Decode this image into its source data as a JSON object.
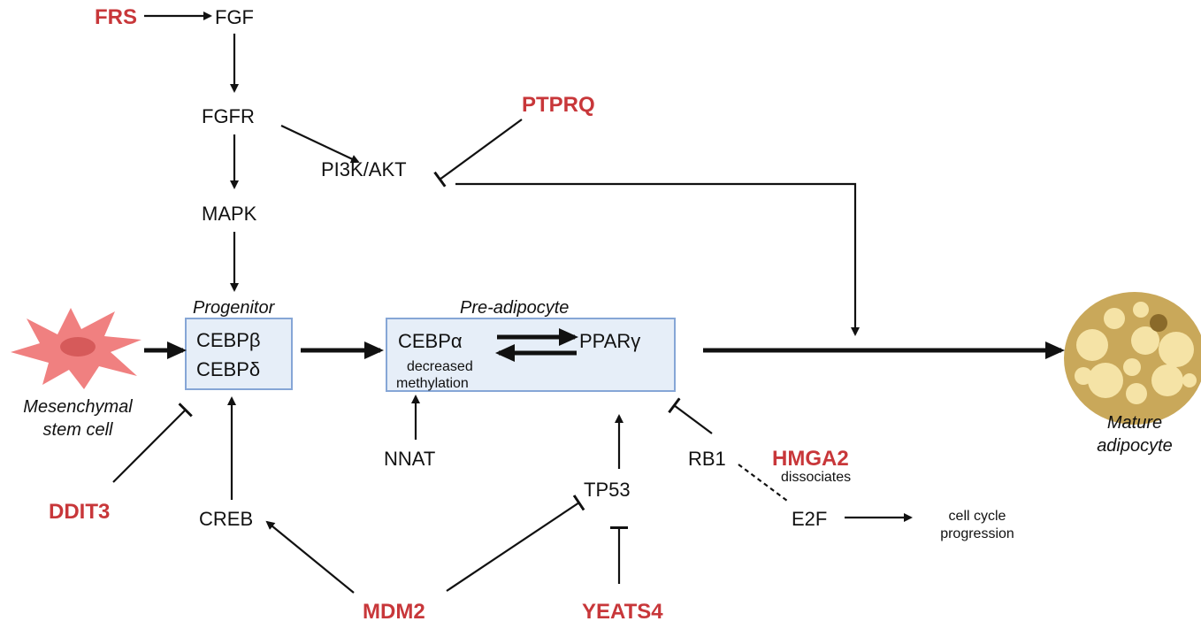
{
  "nodes": {
    "frs": "FRS",
    "fgf": "FGF",
    "fgfr": "FGFR",
    "mapk": "MAPK",
    "ptprq": "PTPRQ",
    "pi3k": "PI3K/AKT",
    "progenitor_label": "Progenitor",
    "cebpb": "CEBPβ",
    "cebpd": "CEBPδ",
    "preadipocyte_label": "Pre-adipocyte",
    "cebpa": "CEBPα",
    "decreased": "decreased",
    "methylation": "methylation",
    "pparg": "PPARγ",
    "msc_line1": "Mesenchymal",
    "msc_line2": "stem cell",
    "mature_line1": "Mature",
    "mature_line2": "adipocyte",
    "nnat": "NNAT",
    "tp53": "TP53",
    "rb1": "RB1",
    "hmga2": "HMGA2",
    "dissociates": "dissociates",
    "e2f": "E2F",
    "cellcycle_line1": "cell cycle",
    "cellcycle_line2": "progression",
    "ddit3": "DDIT3",
    "creb": "CREB",
    "mdm2": "MDM2",
    "yeats4": "YEATS4"
  },
  "colors": {
    "highlight_gene": "#c8373a",
    "box_fill": "#e6eef8",
    "box_stroke": "#86a6d6",
    "stem_cell": "#f08080",
    "adipocyte": "#c9a85a"
  }
}
